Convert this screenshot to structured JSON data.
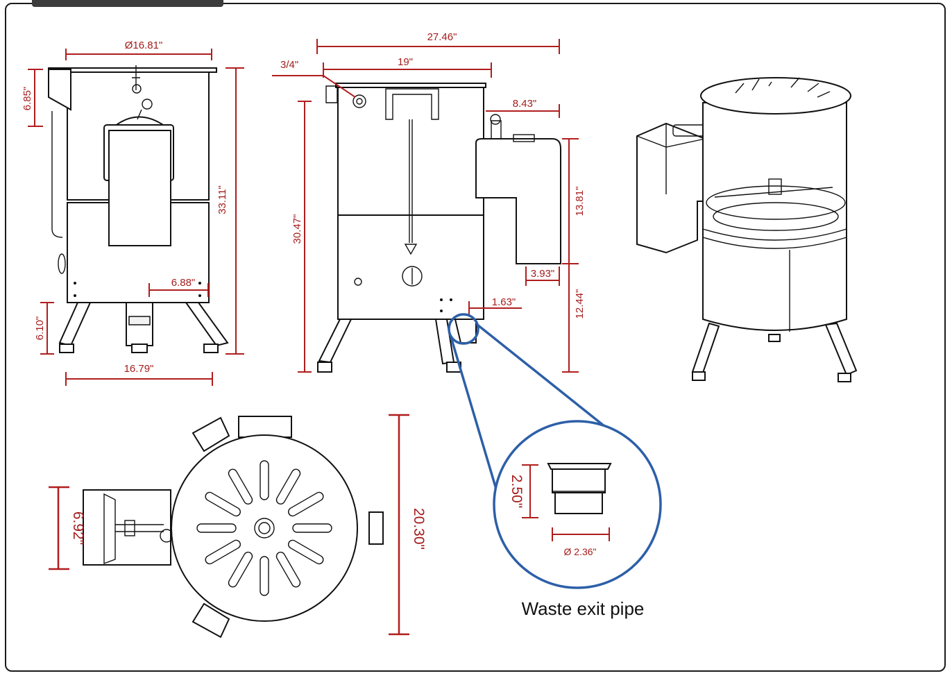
{
  "colors": {
    "dimension": "#a51c1c",
    "callout": "#2d5fa8",
    "outline": "#111111"
  },
  "front_view": {
    "lid_diameter": "Ø16.81\"",
    "lid_height": "6.85\"",
    "total_height": "33.11\"",
    "exit_offset": "6.88\"",
    "leg_height": "6.10\"",
    "leg_span": "16.79\""
  },
  "side_view": {
    "total_width": "27.46\"",
    "body_width": "19\"",
    "inlet_size": "3/4\"",
    "chute_depth": "8.43\"",
    "body_height": "30.47\"",
    "chute_height": "13.81\"",
    "chute_width": "3.93\"",
    "chute_base_height": "12.44\"",
    "pipe_offset": "1.63\""
  },
  "top_view": {
    "chute_width": "6.92\"",
    "depth": "20.30\""
  },
  "detail": {
    "pipe_height": "2.50\"",
    "pipe_diameter": "Ø 2.36\"",
    "caption": "Waste exit pipe"
  }
}
